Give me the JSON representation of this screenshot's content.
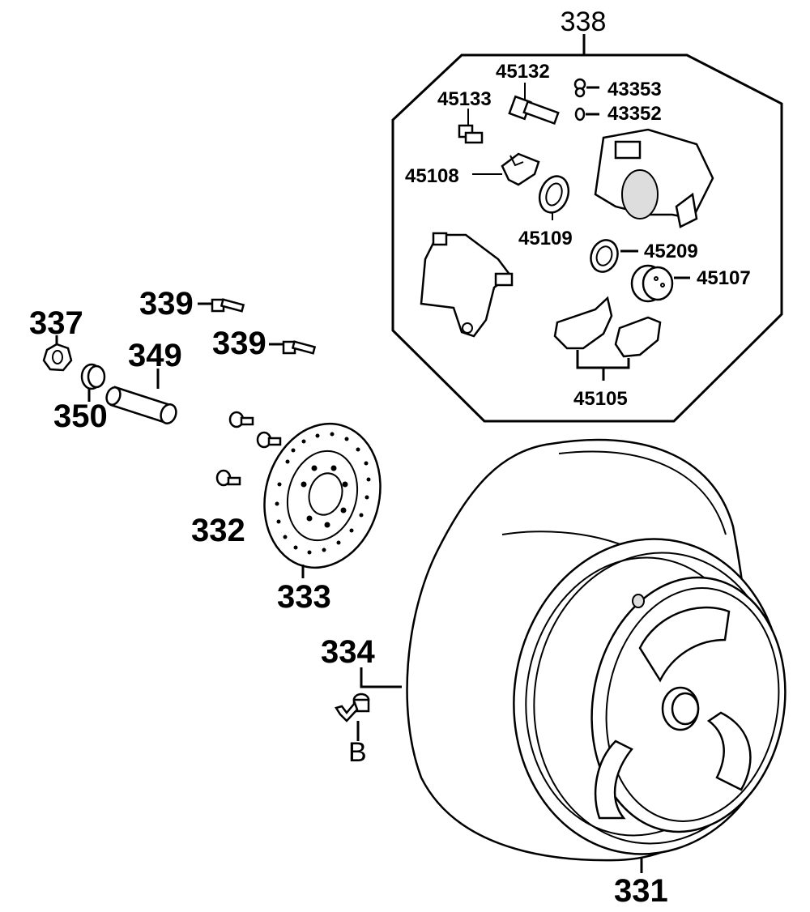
{
  "labels": {
    "l338": "338",
    "l45132": "45132",
    "l43353": "43353",
    "l45133": "45133",
    "l43352": "43352",
    "l45108": "45108",
    "l45109": "45109",
    "l45209": "45209",
    "l45107": "45107",
    "l45105": "45105",
    "l337": "337",
    "l339a": "339",
    "l339b": "339",
    "l349": "349",
    "l350": "350",
    "l332": "332",
    "l333": "333",
    "l334": "334",
    "lB": "B",
    "l331": "331"
  }
}
